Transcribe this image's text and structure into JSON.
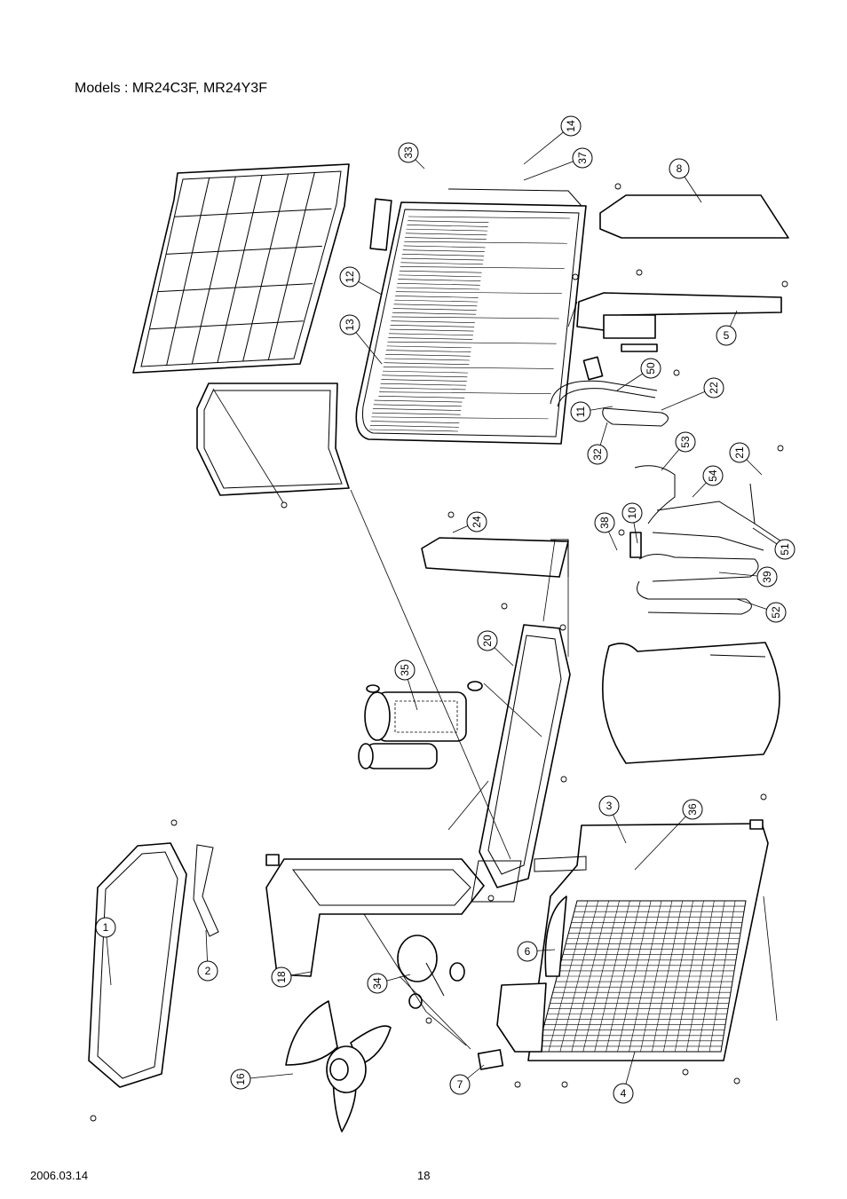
{
  "header": {
    "title": "Models : MR24C3F, MR24Y3F"
  },
  "footer": {
    "date": "2006.03.14",
    "page": "18"
  },
  "callouts": [
    {
      "id": "c1",
      "label": "1"
    },
    {
      "id": "c2",
      "label": "2"
    },
    {
      "id": "c3",
      "label": "3"
    },
    {
      "id": "c4",
      "label": "4"
    },
    {
      "id": "c5",
      "label": "5"
    },
    {
      "id": "c6",
      "label": "6"
    },
    {
      "id": "c7",
      "label": "7"
    },
    {
      "id": "c8",
      "label": "8"
    },
    {
      "id": "c10",
      "label": "10"
    },
    {
      "id": "c11",
      "label": "11"
    },
    {
      "id": "c12",
      "label": "12"
    },
    {
      "id": "c13",
      "label": "13"
    },
    {
      "id": "c14",
      "label": "14"
    },
    {
      "id": "c16",
      "label": "16"
    },
    {
      "id": "c18",
      "label": "18"
    },
    {
      "id": "c20",
      "label": "20"
    },
    {
      "id": "c21",
      "label": "21"
    },
    {
      "id": "c22",
      "label": "22"
    },
    {
      "id": "c24",
      "label": "24"
    },
    {
      "id": "c32",
      "label": "32"
    },
    {
      "id": "c33",
      "label": "33"
    },
    {
      "id": "c34",
      "label": "34"
    },
    {
      "id": "c35",
      "label": "35"
    },
    {
      "id": "c36",
      "label": "36"
    },
    {
      "id": "c37",
      "label": "37"
    },
    {
      "id": "c38",
      "label": "38"
    },
    {
      "id": "c39",
      "label": "39"
    },
    {
      "id": "c50",
      "label": "50"
    },
    {
      "id": "c51",
      "label": "51"
    },
    {
      "id": "c52",
      "label": "52"
    },
    {
      "id": "c53",
      "label": "53"
    },
    {
      "id": "c54",
      "label": "54"
    }
  ]
}
